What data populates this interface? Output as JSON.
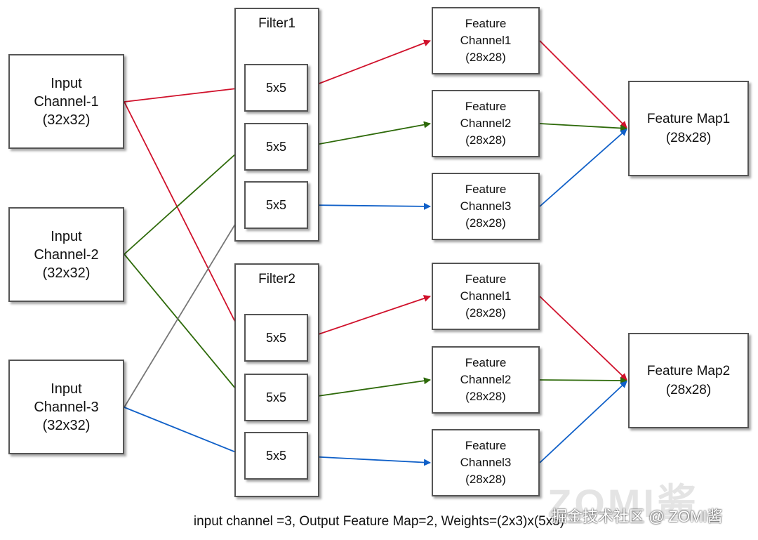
{
  "inputs": [
    {
      "line1": "Input",
      "line2": "Channel-1",
      "line3": "(32x32)"
    },
    {
      "line1": "Input",
      "line2": "Channel-2",
      "line3": "(32x32)"
    },
    {
      "line1": "Input",
      "line2": "Channel-3",
      "line3": "(32x32)"
    }
  ],
  "filters": [
    {
      "title": "Filter1",
      "kernels": [
        "5x5",
        "5x5",
        "5x5"
      ]
    },
    {
      "title": "Filter2",
      "kernels": [
        "5x5",
        "5x5",
        "5x5"
      ]
    }
  ],
  "features": [
    {
      "line1": "Feature",
      "line2": "Channel1",
      "line3": "(28x28)"
    },
    {
      "line1": "Feature",
      "line2": "Channel2",
      "line3": "(28x28)"
    },
    {
      "line1": "Feature",
      "line2": "Channel3",
      "line3": "(28x28)"
    },
    {
      "line1": "Feature",
      "line2": "Channel1",
      "line3": "(28x28)"
    },
    {
      "line1": "Feature",
      "line2": "Channel2",
      "line3": "(28x28)"
    },
    {
      "line1": "Feature",
      "line2": "Channel3",
      "line3": "(28x28)"
    }
  ],
  "maps": [
    {
      "line1": "Feature Map1",
      "line2": "(28x28)"
    },
    {
      "line1": "Feature Map2",
      "line2": "(28x28)"
    }
  ],
  "caption": "input channel =3, Output Feature Map=2, Weights=(2x3)x(5x5)",
  "watermark": "掘金技术社区 @ ZOMI酱",
  "watermark_logo": "ZOMI酱",
  "colors": {
    "channel1": "#d0112b",
    "channel2": "#2e6a0a",
    "channel3": "#1060c8",
    "cross": "#777777"
  }
}
